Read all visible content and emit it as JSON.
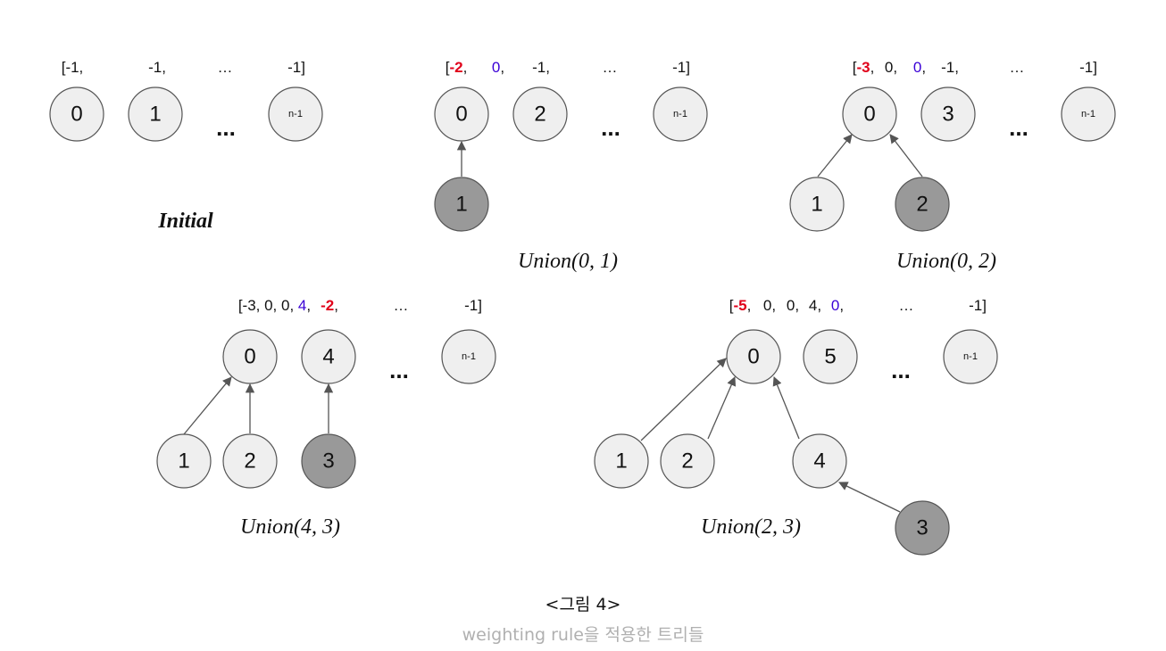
{
  "colors": {
    "red": "#e0001a",
    "blue": "#3a00d6",
    "black": "#111111",
    "node_fill": "#efefef",
    "node_dark": "#999999"
  },
  "figure_title": "<그림 4>",
  "figure_subtitle": "weighting rule을 적용한 트리들",
  "panels": [
    {
      "id": "initial",
      "caption": "Initial",
      "array": [
        {
          "t": "[-1,"
        },
        {
          "t": "-1,"
        },
        {
          "t": "…"
        },
        {
          "t": "-1]"
        }
      ],
      "nodes": [
        "0",
        "1",
        "n-1"
      ],
      "edges": []
    },
    {
      "id": "union-0-1",
      "caption": "Union(0, 1)",
      "array": [
        {
          "t": "[-2,",
          "hl": "red",
          "hl_part": "-2"
        },
        {
          "t": "0,",
          "hl": "blue",
          "hl_part": "0"
        },
        {
          "t": "-1,"
        },
        {
          "t": "…"
        },
        {
          "t": "-1]"
        }
      ],
      "nodes": [
        "0",
        "2",
        "n-1",
        "1"
      ],
      "edges": [
        [
          "1",
          "0"
        ]
      ]
    },
    {
      "id": "union-0-2",
      "caption": "Union(0, 2)",
      "array": [
        {
          "t": "[-3,",
          "hl": "red",
          "hl_part": "-3"
        },
        {
          "t": "0,"
        },
        {
          "t": "0,",
          "hl": "blue",
          "hl_part": "0"
        },
        {
          "t": "-1,"
        },
        {
          "t": "…"
        },
        {
          "t": "-1]"
        }
      ],
      "nodes": [
        "0",
        "3",
        "n-1",
        "1",
        "2"
      ],
      "edges": [
        [
          "1",
          "0"
        ],
        [
          "2",
          "0"
        ]
      ]
    },
    {
      "id": "union-4-3",
      "caption": "Union(4, 3)",
      "array": [
        {
          "t": "[-3, 0, 0,"
        },
        {
          "t": "4,",
          "hl": "blue",
          "hl_part": "4"
        },
        {
          "t": "-2,",
          "hl": "red",
          "hl_part": "-2"
        },
        {
          "t": "…"
        },
        {
          "t": "-1]"
        }
      ],
      "nodes": [
        "0",
        "4",
        "n-1",
        "1",
        "2",
        "3"
      ],
      "edges": [
        [
          "1",
          "0"
        ],
        [
          "2",
          "0"
        ],
        [
          "3",
          "4"
        ]
      ]
    },
    {
      "id": "union-2-3",
      "caption": "Union(2, 3)",
      "array": [
        {
          "t": "[-5,",
          "hl": "red",
          "hl_part": "-5"
        },
        {
          "t": "0,"
        },
        {
          "t": "0,"
        },
        {
          "t": "4,"
        },
        {
          "t": "0,",
          "hl": "blue",
          "hl_part": "0"
        },
        {
          "t": "…"
        },
        {
          "t": "-1]"
        }
      ],
      "nodes": [
        "0",
        "5",
        "n-1",
        "1",
        "2",
        "4",
        "3"
      ],
      "edges": [
        [
          "1",
          "0"
        ],
        [
          "2",
          "0"
        ],
        [
          "4",
          "0"
        ],
        [
          "3",
          "4"
        ]
      ]
    }
  ]
}
